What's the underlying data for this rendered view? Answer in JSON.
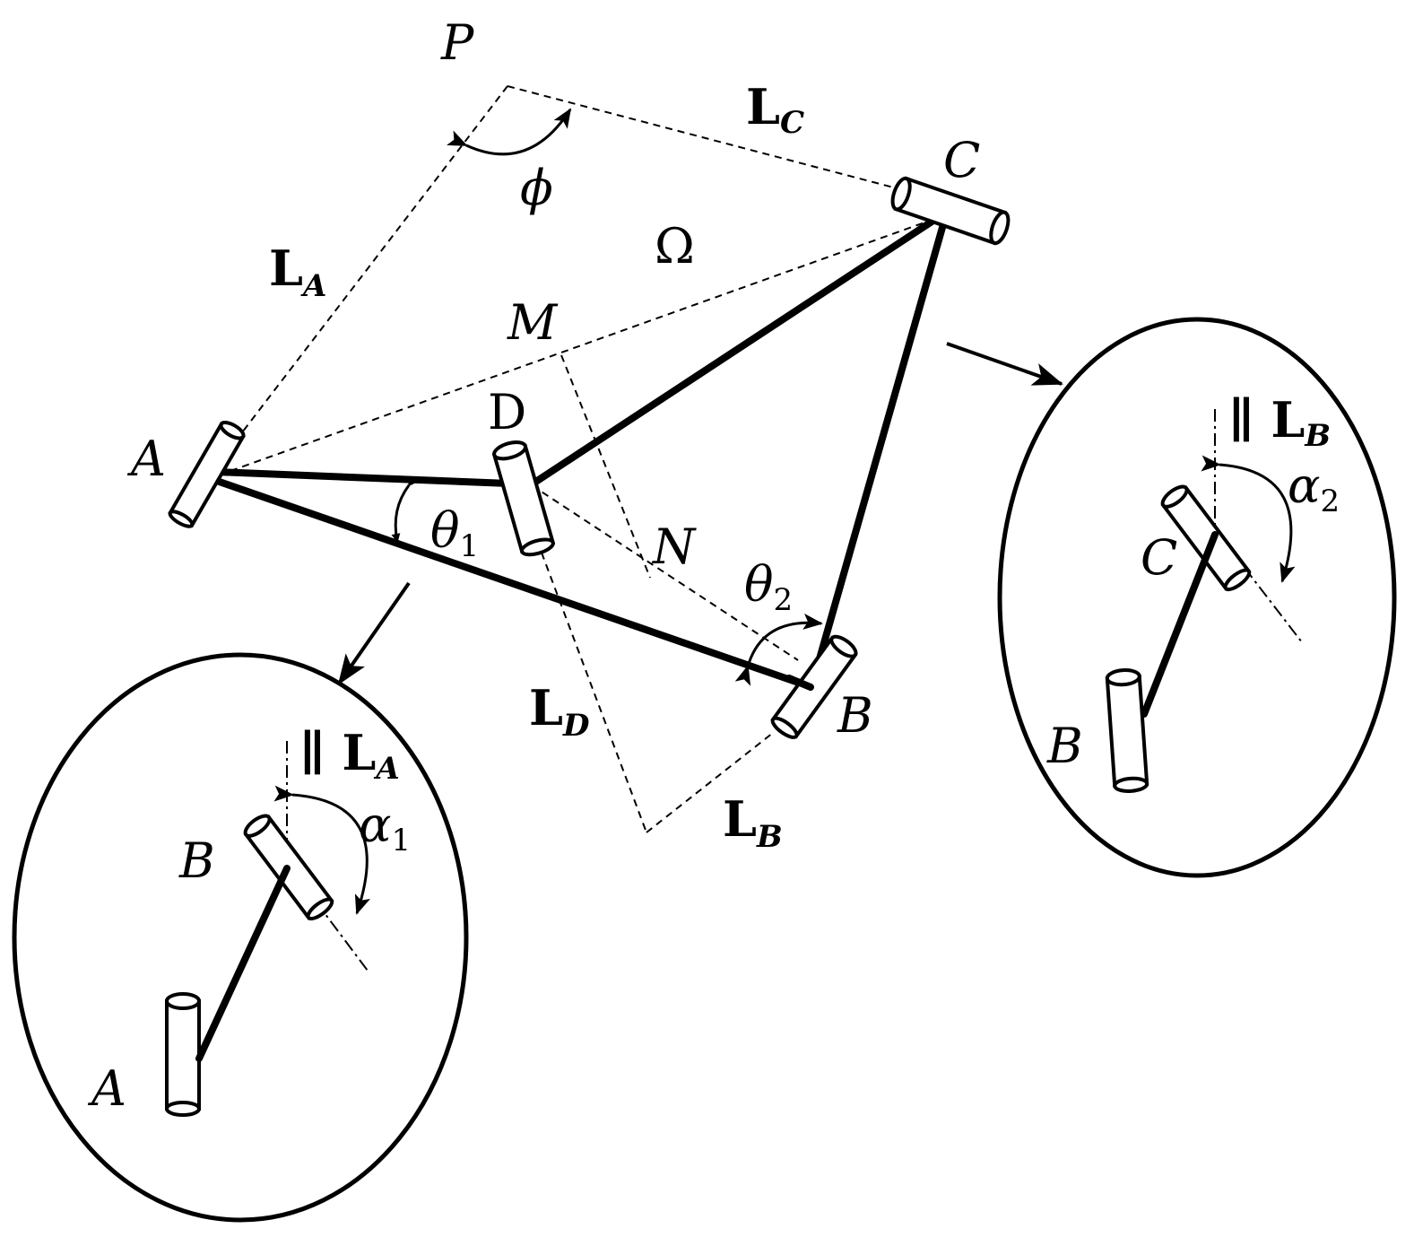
{
  "labels": {
    "P": "P",
    "L_C": "L",
    "L_C_sub": "C",
    "C": "C",
    "phi": "ϕ",
    "Omega": "Ω",
    "L_A": "L",
    "L_A_sub": "A",
    "M": "M",
    "D": "D",
    "A": "A",
    "theta1": "θ",
    "theta1_sub": "1",
    "N": "N",
    "theta2": "θ",
    "theta2_sub": "2",
    "B": "B",
    "L_D": "L",
    "L_D_sub": "D",
    "L_B": "L",
    "L_B_sub": "B"
  },
  "inset_left": {
    "parallel": "∥ L",
    "parallel_sub": "A",
    "alpha": "α",
    "alpha_sub": "1",
    "top_joint": "B",
    "bottom_joint": "A"
  },
  "inset_right": {
    "parallel": "∥ L",
    "parallel_sub": "B",
    "alpha": "α",
    "alpha_sub": "2",
    "top_joint": "C",
    "bottom_joint": "B"
  }
}
